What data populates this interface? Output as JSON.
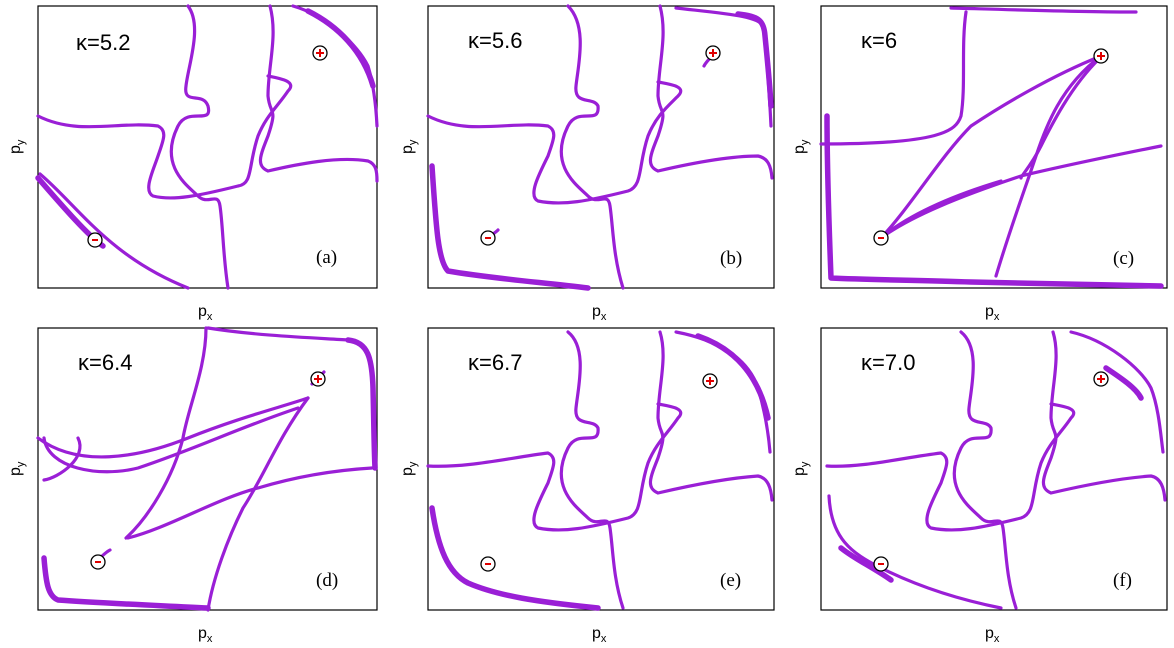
{
  "figure": {
    "x_label": "p",
    "x_label_sub": "x",
    "y_label": "p",
    "y_label_sub": "y",
    "colors": {
      "curve": "#9a1fd6",
      "marker": "#e00000",
      "frame": "#000000"
    },
    "panels": [
      {
        "kappa": "κ=5.2",
        "tag": "(a)"
      },
      {
        "kappa": "κ=5.6",
        "tag": "(b)"
      },
      {
        "kappa": "κ=6",
        "tag": "(c)"
      },
      {
        "kappa": "κ=6.4",
        "tag": "(d)"
      },
      {
        "kappa": "κ=6.7",
        "tag": "(e)"
      },
      {
        "kappa": "κ=7.0",
        "tag": "(f)"
      }
    ],
    "markers": {
      "plus_icon": "plus-in-circle-icon",
      "minus_icon": "minus-in-circle-icon"
    }
  }
}
